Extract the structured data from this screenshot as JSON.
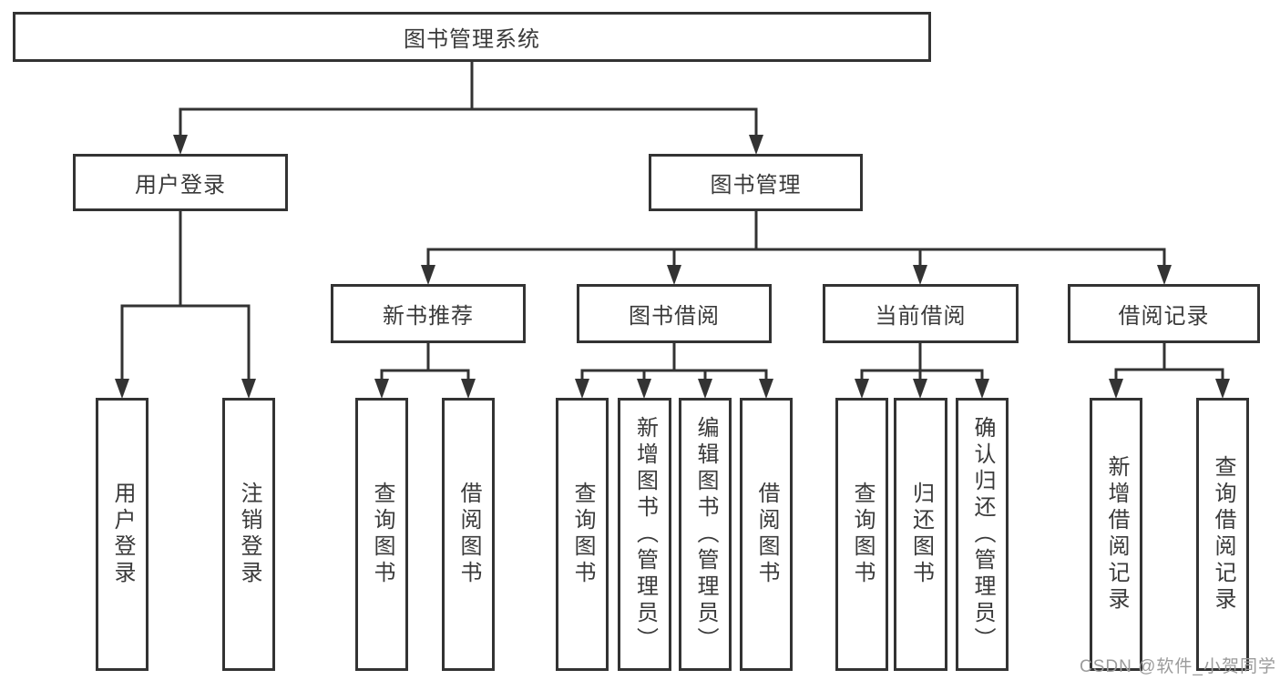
{
  "nodes": {
    "root": "图书管理系统",
    "l2": [
      "用户登录",
      "图书管理"
    ],
    "l3": [
      "新书推荐",
      "图书借阅",
      "当前借阅",
      "借阅记录"
    ],
    "leaves_login": [
      "用户登录",
      "注销登录"
    ],
    "leaves_recommend": [
      "查询图书",
      "借阅图书"
    ],
    "leaves_borrow": [
      "查询图书",
      "新增图书（管理员）",
      "编辑图书（管理员）",
      "借阅图书"
    ],
    "leaves_current": [
      "查询图书",
      "归还图书",
      "确认归还（管理员）"
    ],
    "leaves_records": [
      "新增借阅记录",
      "查询借阅记录"
    ]
  },
  "watermark": "CSDN @软件_小贺同学",
  "colors": {
    "line": "#333333",
    "text": "#3a3a3a",
    "watermark": "#9b9b9b",
    "background": "#ffffff"
  }
}
